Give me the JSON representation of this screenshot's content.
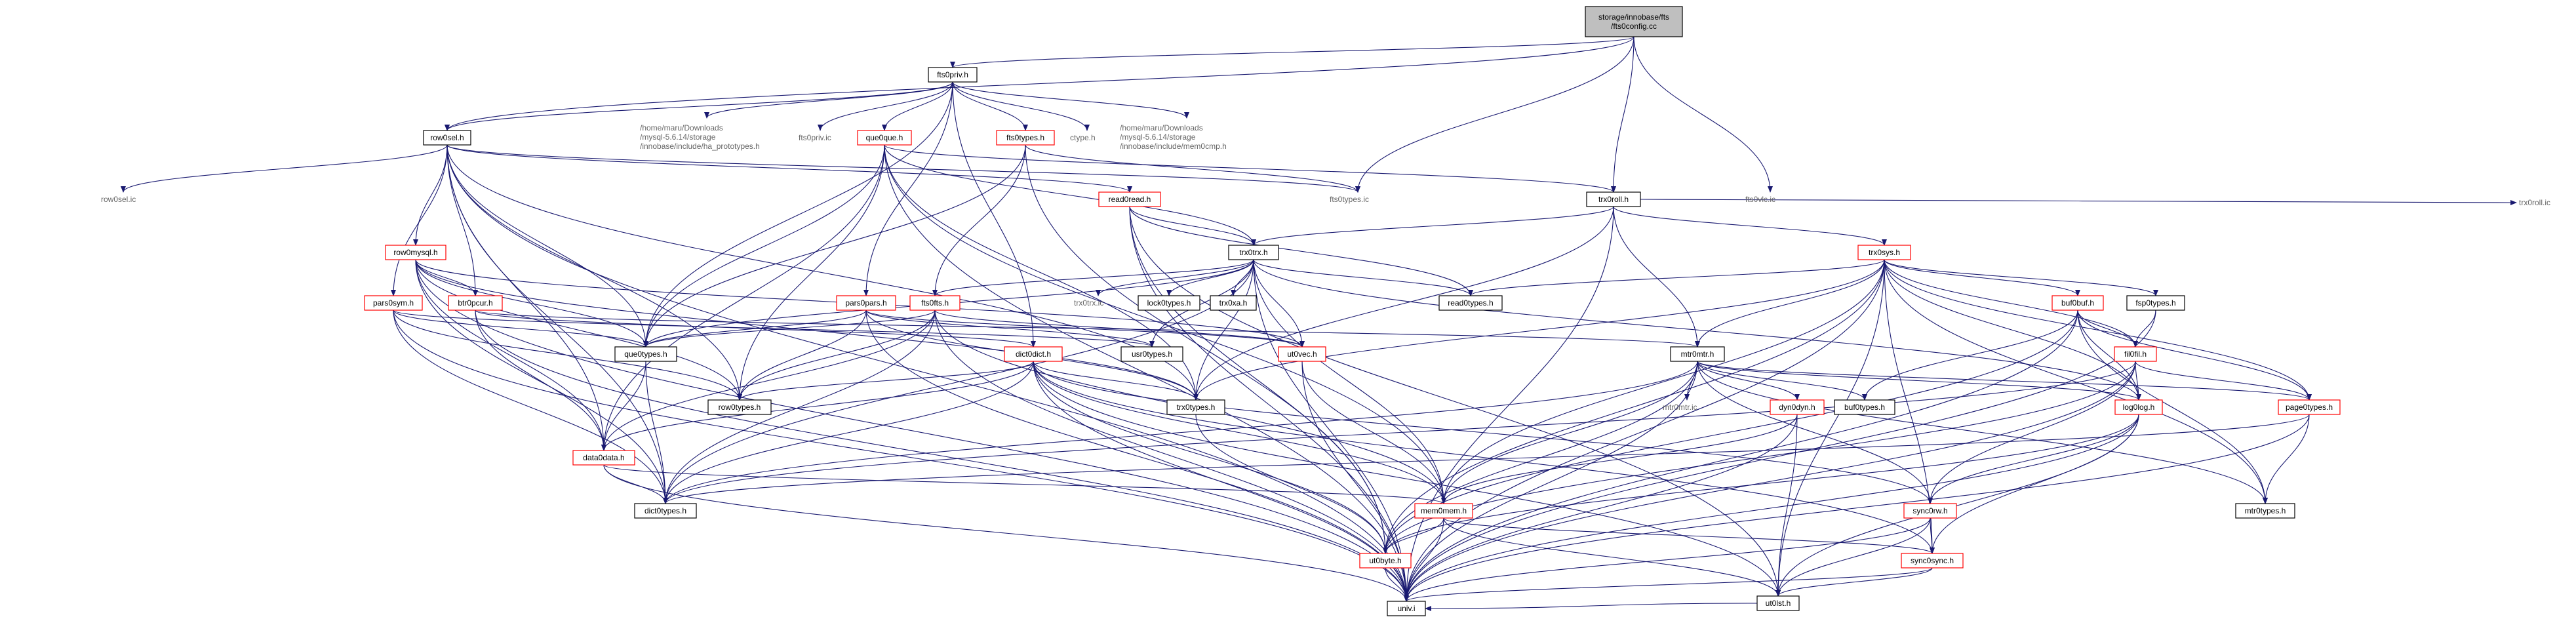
{
  "colors": {
    "edge": "#191970",
    "red_border": "#ff0000",
    "root_fill": "#bfbfbf"
  },
  "nodes": [
    {
      "id": "root",
      "lines": [
        "storage/innobase/fts",
        "/fts0config.cc"
      ],
      "style": "gray"
    },
    {
      "id": "fts0priv_h",
      "lines": [
        "fts0priv.h"
      ],
      "style": "white"
    },
    {
      "id": "row0sel_h",
      "lines": [
        "row0sel.h"
      ],
      "style": "white"
    },
    {
      "id": "ha_prototypes",
      "lines": [
        "/home/maru/Downloads",
        "/mysql-5.6.14/storage",
        "/innobase/include/ha_prototypes.h"
      ],
      "style": "bare"
    },
    {
      "id": "fts0priv_ic",
      "lines": [
        "fts0priv.ic"
      ],
      "style": "bare"
    },
    {
      "id": "que0que_h",
      "lines": [
        "que0que.h"
      ],
      "style": "red"
    },
    {
      "id": "fts0types_h",
      "lines": [
        "fts0types.h"
      ],
      "style": "red"
    },
    {
      "id": "ctype_h",
      "lines": [
        "ctype.h"
      ],
      "style": "bare"
    },
    {
      "id": "mem0cmp_h",
      "lines": [
        "/home/maru/Downloads",
        "/mysql-5.6.14/storage",
        "/innobase/include/mem0cmp.h"
      ],
      "style": "bare"
    },
    {
      "id": "trx0roll_h",
      "lines": [
        "trx0roll.h"
      ],
      "style": "white"
    },
    {
      "id": "fts0types_ic",
      "lines": [
        "fts0types.ic"
      ],
      "style": "bare"
    },
    {
      "id": "fts0vlc_ic",
      "lines": [
        "fts0vlc.ic"
      ],
      "style": "bare"
    },
    {
      "id": "row0sel_ic",
      "lines": [
        "row0sel.ic"
      ],
      "style": "bare"
    },
    {
      "id": "read0read_h",
      "lines": [
        "read0read.h"
      ],
      "style": "red"
    },
    {
      "id": "trx0roll_ic",
      "lines": [
        "trx0roll.ic"
      ],
      "style": "bare"
    },
    {
      "id": "row0mysql_h",
      "lines": [
        "row0mysql.h"
      ],
      "style": "red"
    },
    {
      "id": "trx0trx_h",
      "lines": [
        "trx0trx.h"
      ],
      "style": "white"
    },
    {
      "id": "trx0sys_h",
      "lines": [
        "trx0sys.h"
      ],
      "style": "red"
    },
    {
      "id": "pars0sym_h",
      "lines": [
        "pars0sym.h"
      ],
      "style": "red"
    },
    {
      "id": "btr0pcur_h",
      "lines": [
        "btr0pcur.h"
      ],
      "style": "red"
    },
    {
      "id": "pars0pars_h",
      "lines": [
        "pars0pars.h"
      ],
      "style": "red"
    },
    {
      "id": "fts0fts_h",
      "lines": [
        "fts0fts.h"
      ],
      "style": "red"
    },
    {
      "id": "trx0trx_ic",
      "lines": [
        "trx0trx.ic"
      ],
      "style": "bare"
    },
    {
      "id": "lock0types_h",
      "lines": [
        "lock0types.h"
      ],
      "style": "white"
    },
    {
      "id": "trx0xa_h",
      "lines": [
        "trx0xa.h"
      ],
      "style": "white"
    },
    {
      "id": "read0types_h",
      "lines": [
        "read0types.h"
      ],
      "style": "white"
    },
    {
      "id": "buf0buf_h",
      "lines": [
        "buf0buf.h"
      ],
      "style": "red"
    },
    {
      "id": "fsp0types_h",
      "lines": [
        "fsp0types.h"
      ],
      "style": "white"
    },
    {
      "id": "que0types_h",
      "lines": [
        "que0types.h"
      ],
      "style": "white"
    },
    {
      "id": "usr0types_h",
      "lines": [
        "usr0types.h"
      ],
      "style": "white"
    },
    {
      "id": "ut0vec_h",
      "lines": [
        "ut0vec.h"
      ],
      "style": "red"
    },
    {
      "id": "mtr0mtr_h",
      "lines": [
        "mtr0mtr.h"
      ],
      "style": "white"
    },
    {
      "id": "fil0fil_h",
      "lines": [
        "fil0fil.h"
      ],
      "style": "red"
    },
    {
      "id": "dict0dict_h",
      "lines": [
        "dict0dict.h"
      ],
      "style": "red"
    },
    {
      "id": "mtr0mtr_ic",
      "lines": [
        "mtr0mtr.ic"
      ],
      "style": "bare"
    },
    {
      "id": "dyn0dyn_h",
      "lines": [
        "dyn0dyn.h"
      ],
      "style": "red"
    },
    {
      "id": "buf0types_h",
      "lines": [
        "buf0types.h"
      ],
      "style": "white"
    },
    {
      "id": "log0log_h",
      "lines": [
        "log0log.h"
      ],
      "style": "red"
    },
    {
      "id": "page0types_h",
      "lines": [
        "page0types.h"
      ],
      "style": "red"
    },
    {
      "id": "row0types_h",
      "lines": [
        "row0types.h"
      ],
      "style": "white"
    },
    {
      "id": "trx0types_h",
      "lines": [
        "trx0types.h"
      ],
      "style": "white"
    },
    {
      "id": "data0data_h",
      "lines": [
        "data0data.h"
      ],
      "style": "red"
    },
    {
      "id": "dict0types_h",
      "lines": [
        "dict0types.h"
      ],
      "style": "white"
    },
    {
      "id": "mem0mem_h",
      "lines": [
        "mem0mem.h"
      ],
      "style": "red"
    },
    {
      "id": "sync0rw_h",
      "lines": [
        "sync0rw.h"
      ],
      "style": "red"
    },
    {
      "id": "mtr0types_h",
      "lines": [
        "mtr0types.h"
      ],
      "style": "white"
    },
    {
      "id": "ut0byte_h",
      "lines": [
        "ut0byte.h"
      ],
      "style": "red"
    },
    {
      "id": "sync0sync_h",
      "lines": [
        "sync0sync.h"
      ],
      "style": "red"
    },
    {
      "id": "ut0lst_h",
      "lines": [
        "ut0lst.h"
      ],
      "style": "white"
    },
    {
      "id": "univ_i",
      "lines": [
        "univ.i"
      ],
      "style": "white"
    }
  ]
}
